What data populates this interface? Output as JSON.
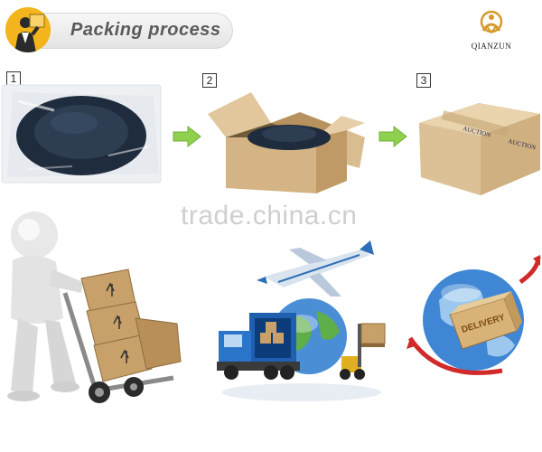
{
  "header": {
    "title": "Packing process"
  },
  "brand": {
    "name": "QIANZUN"
  },
  "steps": [
    {
      "number": "1",
      "label": "hat-in-plastic-bag"
    },
    {
      "number": "2",
      "label": "hat-in-open-carton"
    },
    {
      "number": "3",
      "label": "sealed-carton"
    }
  ],
  "carton_tape_text": "AUCTION",
  "delivery_box_text": "DELIVERY",
  "watermark": "trade.china.cn",
  "colors": {
    "arrow": "#8fd14f",
    "carton": "#d9b98a",
    "hat": "#2d3d52",
    "badge": "#f3b51b"
  }
}
